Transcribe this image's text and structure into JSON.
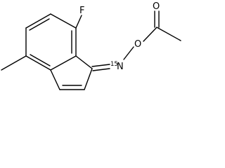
{
  "molecule": {
    "atoms": {
      "fluorine": "F",
      "oxygen_carbonyl": "O",
      "oxygen_ether": "O",
      "nitrogen": "N",
      "nitrogen_isotope": "15"
    }
  }
}
